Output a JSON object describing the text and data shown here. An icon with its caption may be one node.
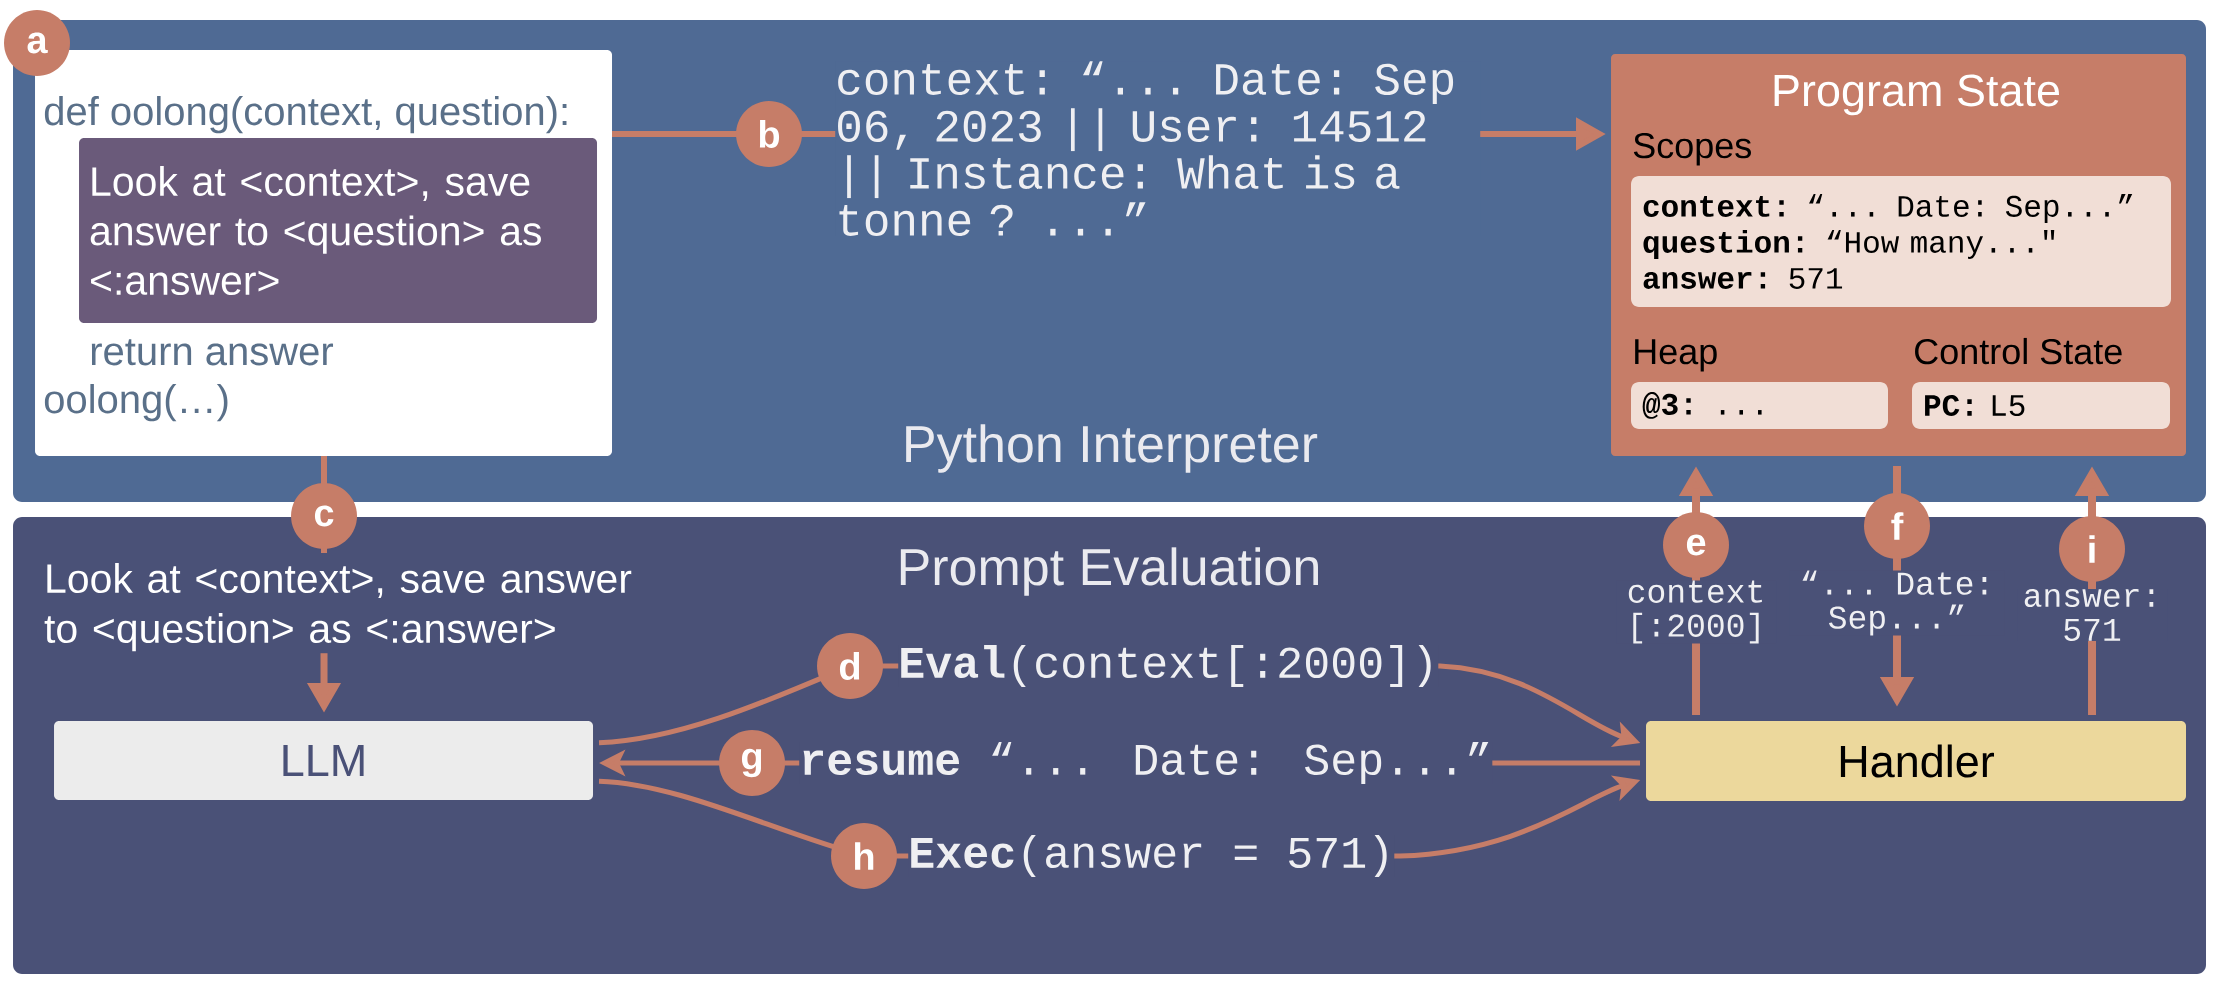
{
  "diagram": {
    "nodes": [
      {
        "text": [
          "Python Interpreter"
        ]
      },
      {
        "text": [
          "def oolong(context, question):",
          "return answer",
          "oolong(…)"
        ],
        "in": 0
      },
      {
        "text": [
          "Look at <context>, save answer to <question> as <:answer>"
        ],
        "in": 1
      },
      {
        "text": [
          "Program State"
        ],
        "in": 0
      },
      {
        "text": [
          "Scopes",
          "**context:** “... Date: Sep...”",
          "**question:** “How many...\"",
          "**answer:** 571"
        ],
        "in": 3
      },
      {
        "text": [
          "Heap",
          "**@3:** ..."
        ],
        "in": 3
      },
      {
        "text": [
          "Control State",
          "**PC:** L5"
        ],
        "in": 3
      },
      {
        "text": [
          "Prompt Evaluation"
        ]
      },
      {
        "text": [
          "Look at <context>, save answer to <question> as <:answer>"
        ],
        "in": 7
      },
      {
        "text": [
          "LLM"
        ],
        "in": 7
      },
      {
        "text": [
          "Handler"
        ],
        "in": 7
      }
    ],
    "edges": [
      {
        "from": 1,
        "to": 3,
        "arrow": "to",
        "label": "context: “... Date: Sep 06, 2023 || User: 14512 || Instance: What is a tonne ? ...”"
      },
      {
        "from": 1,
        "to": 8,
        "arrow": "none"
      },
      {
        "from": 8,
        "to": 9,
        "arrow": "to"
      },
      {
        "from": 9,
        "to": 10,
        "arrow": "to",
        "label": "**Eval**(context[:2000])"
      },
      {
        "from": 10,
        "to": 3,
        "arrow": "to",
        "label": "context [:2000]"
      },
      {
        "from": 3,
        "to": 10,
        "arrow": "to",
        "label": "“... Date: Sep...”"
      },
      {
        "from": 10,
        "to": 9,
        "arrow": "to",
        "label": "**resume** “... Date: Sep...”"
      },
      {
        "from": 9,
        "to": 10,
        "arrow": "to",
        "label": "**Exec**(answer = 571)"
      },
      {
        "from": 10,
        "to": 3,
        "arrow": "to",
        "label": "answer: 571"
      }
    ],
    "labels": [
      "a",
      "b",
      "c",
      "d",
      "e",
      "f",
      "g",
      "h",
      "i"
    ]
  }
}
